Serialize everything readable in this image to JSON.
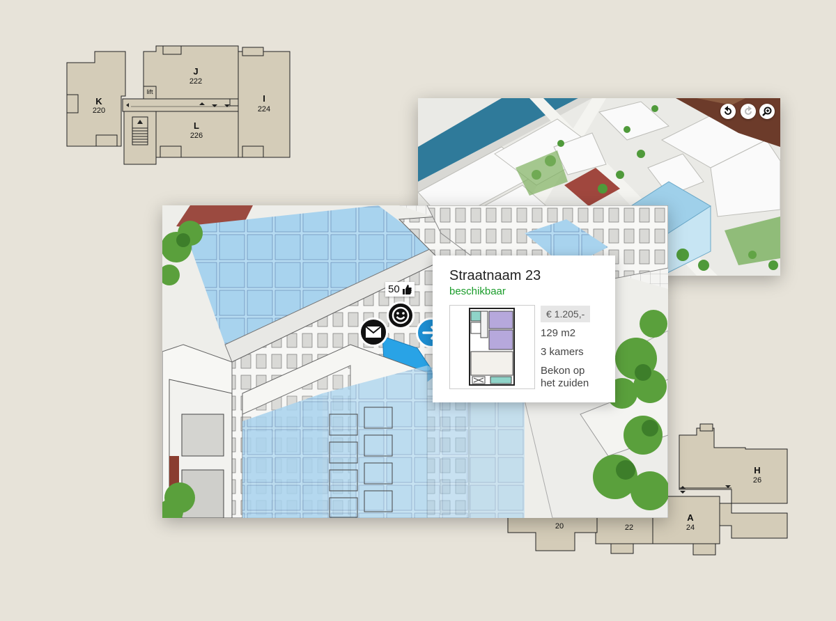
{
  "colors": {
    "page_bg": "#e7e3d9",
    "floorplan_fill": "#d4ccb8",
    "floorplan_stroke": "#222222",
    "available": "#1a9c2a",
    "highlight_blue": "#29a3e6",
    "arrow_button": "#1e8fd3"
  },
  "floorplan_top": {
    "units": [
      {
        "letter": "K",
        "number": "220"
      },
      {
        "letter": "J",
        "number": "222"
      },
      {
        "letter": "I",
        "number": "224"
      },
      {
        "letter": "L",
        "number": "226"
      }
    ],
    "lift_label": "lift"
  },
  "floorplan_bottom": {
    "units": [
      {
        "letter": "H",
        "number": "26"
      },
      {
        "letter": "A",
        "number": "24"
      },
      {
        "letter": "",
        "number": "22"
      },
      {
        "letter": "",
        "number": "20"
      }
    ]
  },
  "map_controls": {
    "icons": [
      "rotate-left-icon",
      "rotate-right-icon",
      "zoom-icon"
    ]
  },
  "hotspot": {
    "likes_count": "50",
    "icons": [
      "thumbs-up-icon",
      "smiley-icon",
      "mail-icon",
      "arrow-right-icon"
    ]
  },
  "listing": {
    "address": "Straatnaam 23",
    "status": "beschikbaar",
    "price": "€ 1.205,-",
    "area": "129 m2",
    "rooms": "3 kamers",
    "balcony_line1": "Bekon op",
    "balcony_line2": "het zuiden"
  }
}
